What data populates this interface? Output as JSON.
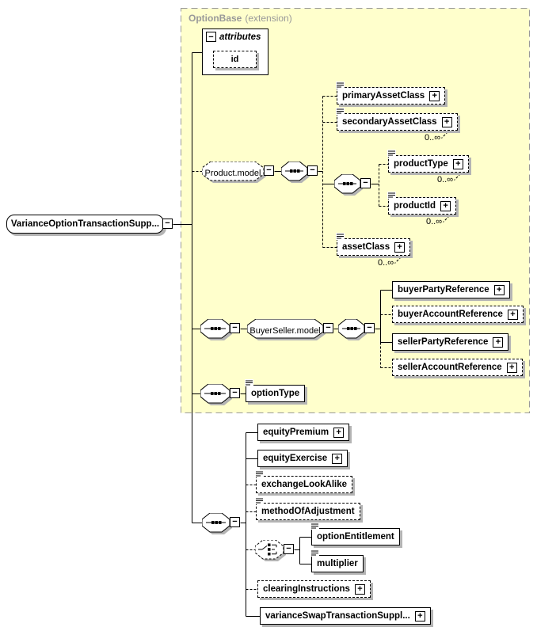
{
  "group": {
    "title": "OptionBase",
    "subtitle": "(extension)"
  },
  "glyphs": {
    "collapse": "−",
    "expand": "+"
  },
  "root": {
    "label": "VarianceOptionTransactionSupp..."
  },
  "attributes_panel": {
    "header": "attributes",
    "id_attr": {
      "label": "id"
    }
  },
  "models": {
    "product": {
      "label": "Product.model"
    },
    "buyerSeller": {
      "label": "BuyerSeller.model"
    }
  },
  "elements": {
    "primaryAssetClass": {
      "label": "primaryAssetClass"
    },
    "secondaryAssetClass": {
      "label": "secondaryAssetClass",
      "occurs": "0..∞"
    },
    "productType": {
      "label": "productType",
      "occurs": "0..∞"
    },
    "productId": {
      "label": "productId",
      "occurs": "0..∞"
    },
    "assetClass": {
      "label": "assetClass",
      "occurs": "0..∞"
    },
    "buyerPartyReference": {
      "label": "buyerPartyReference"
    },
    "buyerAccountReference": {
      "label": "buyerAccountReference"
    },
    "sellerPartyReference": {
      "label": "sellerPartyReference"
    },
    "sellerAccountReference": {
      "label": "sellerAccountReference"
    },
    "optionType": {
      "label": "optionType"
    },
    "equityPremium": {
      "label": "equityPremium"
    },
    "equityExercise": {
      "label": "equityExercise"
    },
    "exchangeLookAlike": {
      "label": "exchangeLookAlike"
    },
    "methodOfAdjustment": {
      "label": "methodOfAdjustment"
    },
    "optionEntitlement": {
      "label": "optionEntitlement"
    },
    "multiplier": {
      "label": "multiplier"
    },
    "clearingInstructions": {
      "label": "clearingInstructions"
    },
    "varianceSwapTransactionSupplement": {
      "label": "varianceSwapTransactionSuppl..."
    }
  },
  "colors": {
    "group_fill": "#ffffcc",
    "group_border": "#999999",
    "title_text": "#999999",
    "shadow": "#b4b4b4",
    "line": "#000000"
  }
}
